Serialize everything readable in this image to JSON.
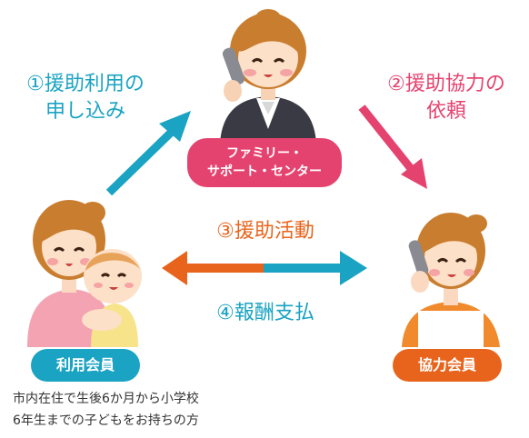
{
  "colors": {
    "teal": "#1aa3c2",
    "pink": "#e5436f",
    "orange": "#e8641c",
    "step1_text": "#1aa3c2",
    "step2_text": "#e5436f",
    "step3_text": "#e8641c",
    "step4_text": "#1aa3c2"
  },
  "steps": {
    "step1": {
      "line1": "①援助利用の",
      "line2": "申し込み"
    },
    "step2": {
      "line1": "②援助協力の",
      "line2": "依頼"
    },
    "step3": {
      "label": "③援助活動"
    },
    "step4": {
      "label": "④報酬支払"
    }
  },
  "nodes": {
    "center": {
      "line1": "ファミリー・",
      "line2": "サポート・センター"
    },
    "user_member": {
      "label": "利用会員"
    },
    "helper_member": {
      "label": "協力会員"
    }
  },
  "note": {
    "line1": "市内在住で生後6か月から小学校",
    "line2": "6年生までの子どもをお持ちの方"
  },
  "icons": [
    "staff-woman-phone",
    "mother-with-baby",
    "helper-woman-phone"
  ]
}
